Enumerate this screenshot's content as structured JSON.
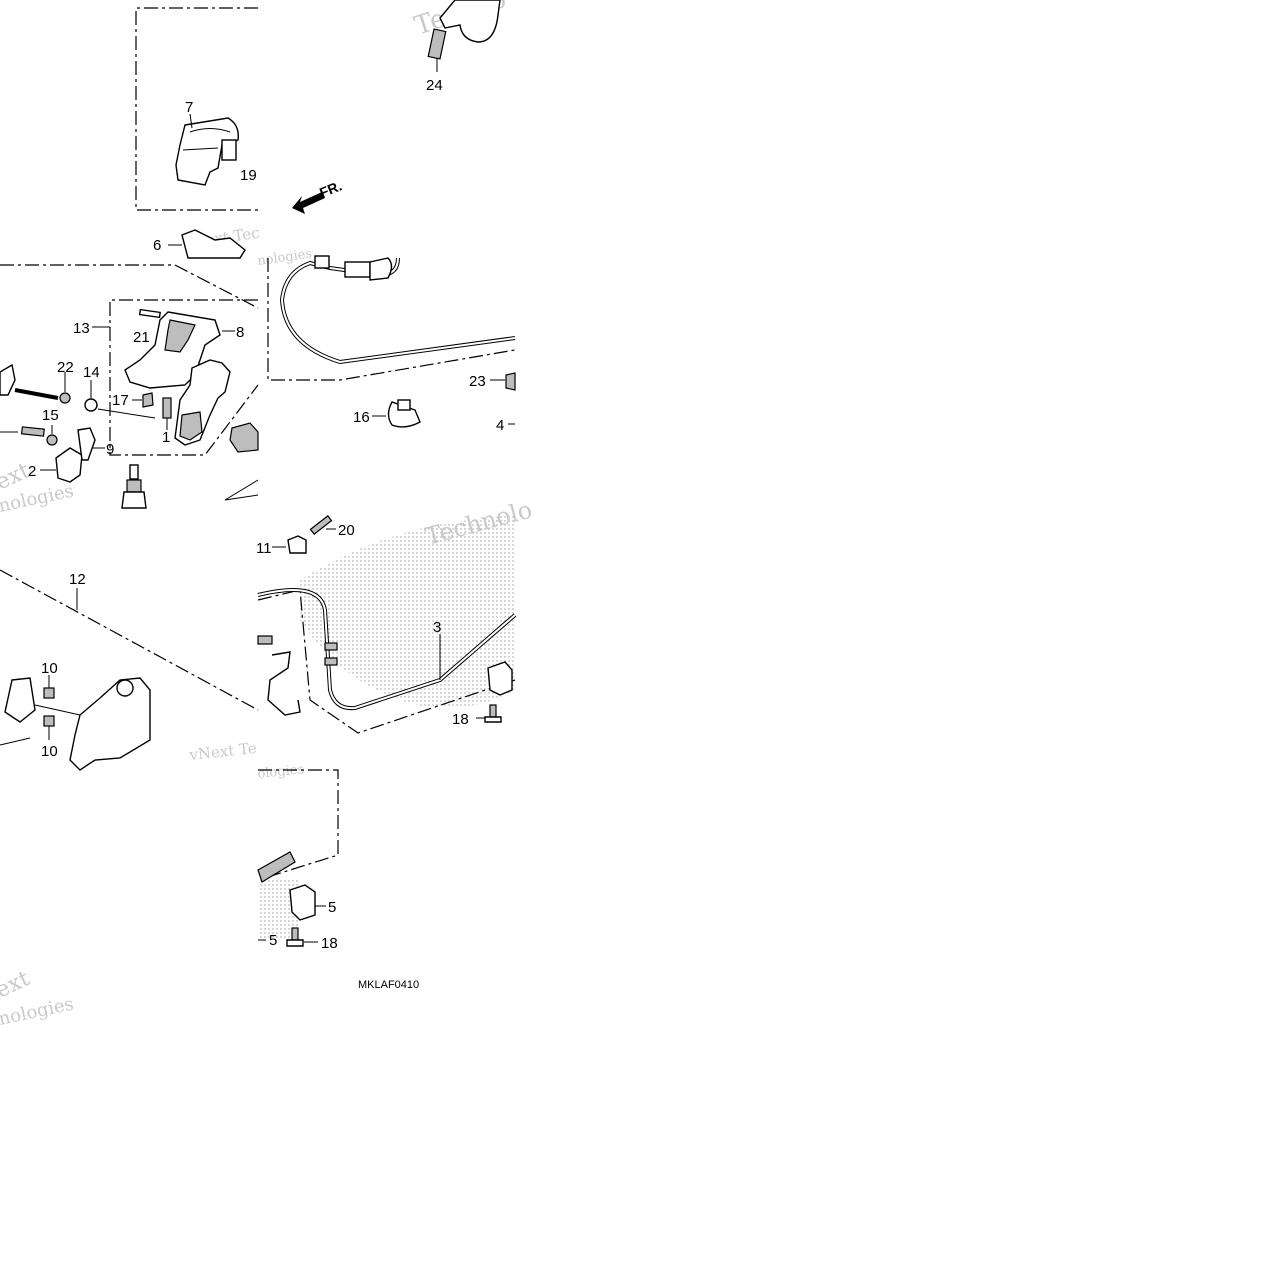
{
  "diagram": {
    "code": "MKLAF0410",
    "direction_label": "FR.",
    "watermarks": [
      "Techno",
      "vNext Tec",
      "nologies",
      "ext",
      "nologies",
      "Technolo",
      "vNext Te",
      "ologies",
      "ext",
      "nologies"
    ],
    "callouts": [
      {
        "id": "c24",
        "text": "24"
      },
      {
        "id": "c7",
        "text": "7"
      },
      {
        "id": "c19",
        "text": "19"
      },
      {
        "id": "c6",
        "text": "6"
      },
      {
        "id": "c13",
        "text": "13"
      },
      {
        "id": "c21",
        "text": "21"
      },
      {
        "id": "c8",
        "text": "8"
      },
      {
        "id": "c22",
        "text": "22"
      },
      {
        "id": "c14",
        "text": "14"
      },
      {
        "id": "c17",
        "text": "17"
      },
      {
        "id": "c15",
        "text": "15"
      },
      {
        "id": "c1",
        "text": "1"
      },
      {
        "id": "c9",
        "text": "9"
      },
      {
        "id": "c2",
        "text": "2"
      },
      {
        "id": "c23",
        "text": "23"
      },
      {
        "id": "c16",
        "text": "16"
      },
      {
        "id": "c4",
        "text": "4"
      },
      {
        "id": "c11",
        "text": "11"
      },
      {
        "id": "c20",
        "text": "20"
      },
      {
        "id": "c12",
        "text": "12"
      },
      {
        "id": "c3",
        "text": "3"
      },
      {
        "id": "c10a",
        "text": "10"
      },
      {
        "id": "c10b",
        "text": "10"
      },
      {
        "id": "c18a",
        "text": "18"
      },
      {
        "id": "c5a",
        "text": "5"
      },
      {
        "id": "c5b",
        "text": "5"
      },
      {
        "id": "c18b",
        "text": "18"
      }
    ]
  }
}
